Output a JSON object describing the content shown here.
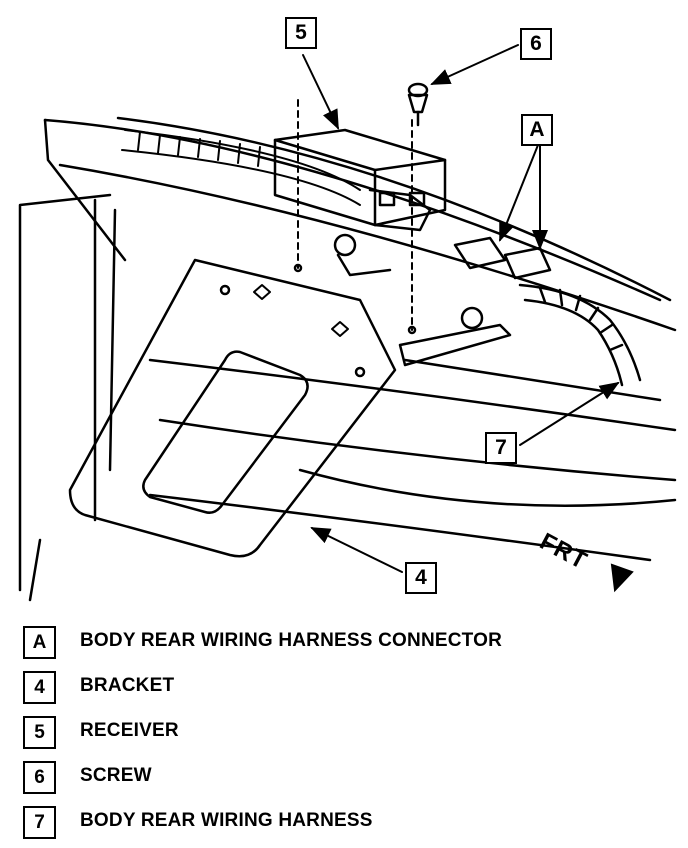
{
  "callouts": {
    "c5": "5",
    "c6": "6",
    "cA": "A",
    "c7": "7",
    "c4": "4"
  },
  "direction_label": "FRT",
  "legend": [
    {
      "key": "A",
      "text": "BODY REAR WIRING HARNESS CONNECTOR"
    },
    {
      "key": "4",
      "text": "BRACKET"
    },
    {
      "key": "5",
      "text": "RECEIVER"
    },
    {
      "key": "6",
      "text": "SCREW"
    },
    {
      "key": "7",
      "text": "BODY REAR WIRING HARNESS"
    }
  ]
}
